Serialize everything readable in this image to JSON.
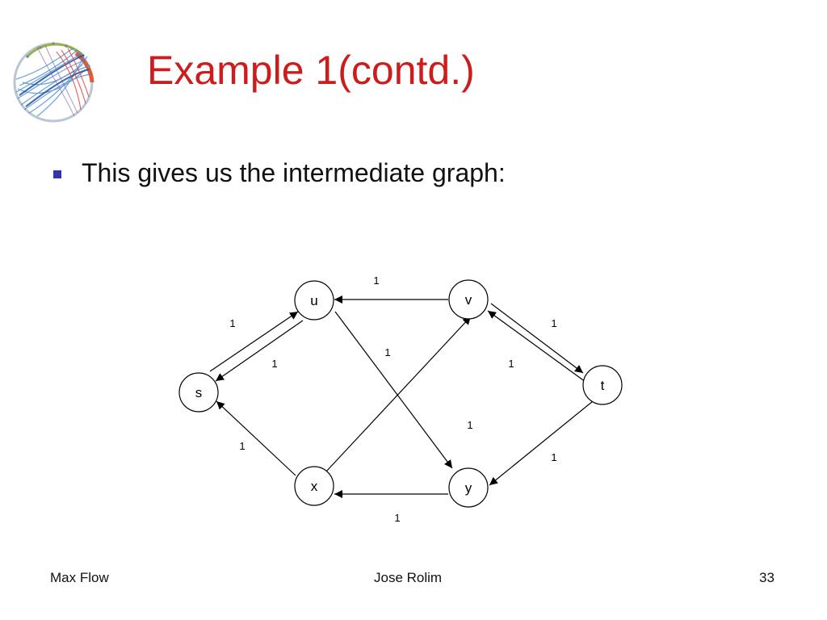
{
  "slide": {
    "title": "Example 1(contd.)",
    "bullets": [
      {
        "text": "This gives us the intermediate graph:"
      }
    ],
    "footer": {
      "left": "Max Flow",
      "center": "Jose Rolim",
      "page": "33"
    },
    "logo_icon": "network-circle-logo-icon",
    "bullet_icon": "square-bullet-icon"
  },
  "colors": {
    "title": "#cc1c1c",
    "bullet": "#3333aa",
    "text": "#111111"
  },
  "graph": {
    "nodes": [
      {
        "id": "s",
        "label": "s"
      },
      {
        "id": "u",
        "label": "u"
      },
      {
        "id": "v",
        "label": "v"
      },
      {
        "id": "t",
        "label": "t"
      },
      {
        "id": "x",
        "label": "x"
      },
      {
        "id": "y",
        "label": "y"
      }
    ],
    "edges": [
      {
        "from": "v",
        "to": "u",
        "label": "1"
      },
      {
        "from": "s",
        "to": "u",
        "label": "1"
      },
      {
        "from": "u",
        "to": "s",
        "label": "1"
      },
      {
        "from": "u",
        "to": "y",
        "label": "1"
      },
      {
        "from": "x",
        "to": "v",
        "label": "1"
      },
      {
        "from": "v",
        "to": "t",
        "label": "1"
      },
      {
        "from": "t",
        "to": "v",
        "label": "1"
      },
      {
        "from": "x",
        "to": "s",
        "label": "1"
      },
      {
        "from": "t",
        "to": "y",
        "label": "1"
      },
      {
        "from": "y",
        "to": "x",
        "label": "1"
      }
    ]
  }
}
